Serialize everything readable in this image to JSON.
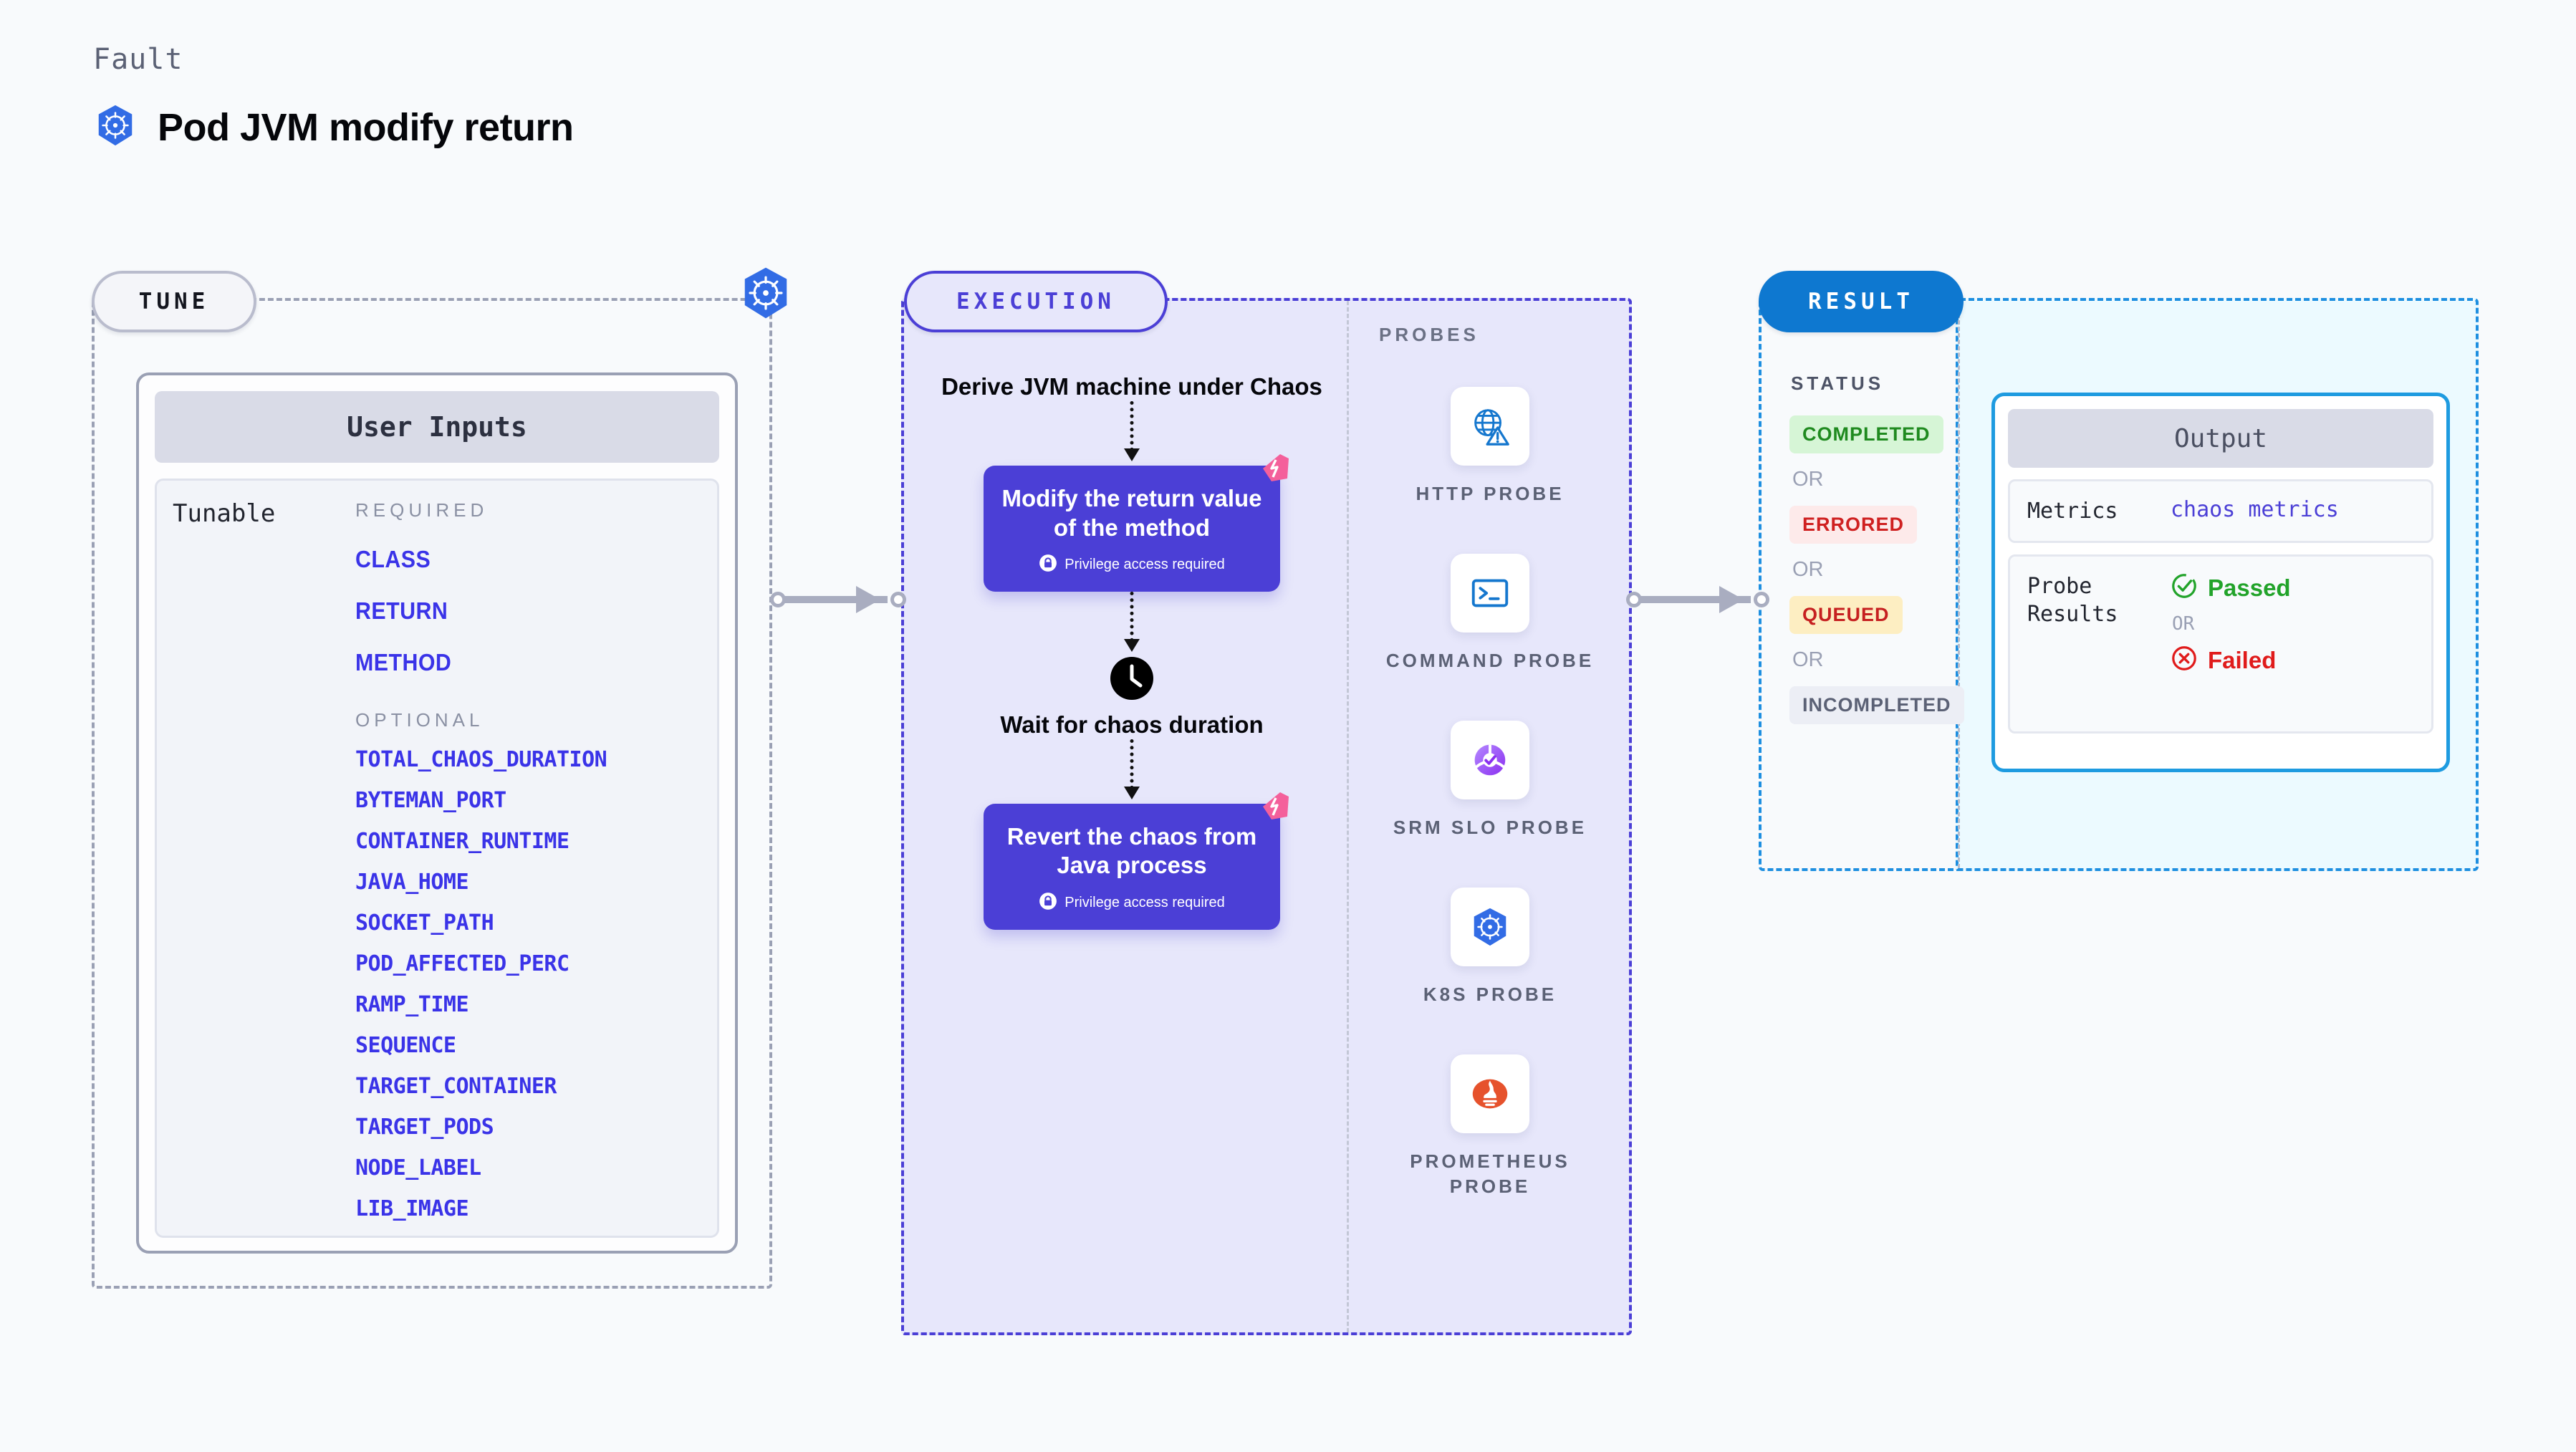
{
  "header": {
    "fault_label": "Fault",
    "title": "Pod JVM modify return",
    "icon": "kubernetes-icon"
  },
  "tune": {
    "pill_label": "TUNE",
    "badge_icon": "kubernetes-icon",
    "card": {
      "header": "User Inputs",
      "tunable_label": "Tunable",
      "required_title": "REQUIRED",
      "required": [
        "CLASS",
        "RETURN",
        "METHOD"
      ],
      "optional_title": "OPTIONAL",
      "optional": [
        "TOTAL_CHAOS_DURATION",
        "BYTEMAN_PORT",
        "CONTAINER_RUNTIME",
        "JAVA_HOME",
        "SOCKET_PATH",
        "POD_AFFECTED_PERC",
        "RAMP_TIME",
        "SEQUENCE",
        "TARGET_CONTAINER",
        "TARGET_PODS",
        "NODE_LABEL",
        "LIB_IMAGE"
      ]
    }
  },
  "execution": {
    "pill_label": "EXECUTION",
    "steps": [
      {
        "type": "text",
        "label": "Derive JVM machine under Chaos"
      },
      {
        "type": "action",
        "label": "Modify the return value of the method",
        "note": "Privilege access required",
        "marker": "chaos-marker-icon",
        "lock_icon": "lock-icon"
      },
      {
        "type": "wait",
        "label": "Wait for chaos duration",
        "icon": "clock-icon"
      },
      {
        "type": "action",
        "label": "Revert the chaos from Java process",
        "note": "Privilege access required",
        "marker": "chaos-marker-icon",
        "lock_icon": "lock-icon"
      }
    ]
  },
  "probes": {
    "title": "PROBES",
    "items": [
      {
        "name": "HTTP PROBE",
        "icon": "globe-warning-icon"
      },
      {
        "name": "COMMAND PROBE",
        "icon": "terminal-icon"
      },
      {
        "name": "SRM SLO PROBE",
        "icon": "srm-slo-icon"
      },
      {
        "name": "K8S PROBE",
        "icon": "kubernetes-icon"
      },
      {
        "name": "PROMETHEUS PROBE",
        "icon": "prometheus-icon"
      }
    ]
  },
  "result": {
    "pill_label": "RESULT",
    "status_title": "STATUS",
    "or_label": "OR",
    "statuses": [
      {
        "label": "COMPLETED",
        "bg": "#d6f5d6",
        "fg": "#1f8a1f"
      },
      {
        "label": "ERRORED",
        "bg": "#fdeaea",
        "fg": "#cf2020"
      },
      {
        "label": "QUEUED",
        "bg": "#fdeec2",
        "fg": "#c62020"
      },
      {
        "label": "INCOMPLETED",
        "bg": "#eceef5",
        "fg": "#5b6175"
      }
    ],
    "output": {
      "header": "Output",
      "metrics_key": "Metrics",
      "metrics_value": "chaos metrics",
      "probe_results_key": "Probe Results",
      "passed_label": "Passed",
      "failed_label": "Failed",
      "or_label": "OR",
      "passed_icon": "check-circle-icon",
      "failed_icon": "x-circle-icon"
    }
  },
  "colors": {
    "accent_purple": "#4b3fd6",
    "accent_blue": "#0e78d0",
    "param_blue": "#3a33e8",
    "chaos_pink": "#f4609b",
    "canvas": "#f8fafc"
  }
}
